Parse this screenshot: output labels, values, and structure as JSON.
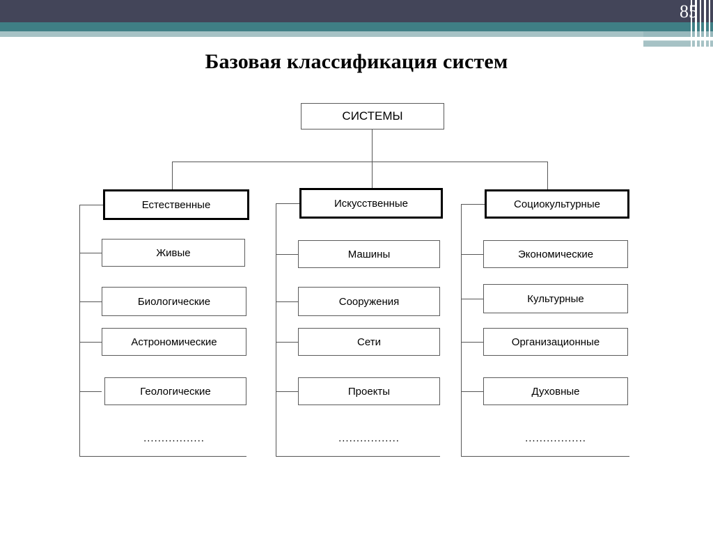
{
  "slide": {
    "page_number": "85",
    "title": "Базовая классификация систем",
    "theme": {
      "navy": "#434559",
      "teal": "#3f7f85",
      "light_blue": "#a6c2c5",
      "pale_blue": "#cfe0e2",
      "white": "#ffffff",
      "line": "#555555"
    }
  },
  "diagram": {
    "type": "hierarchy-tree",
    "root": {
      "label": "СИСТЕМЫ"
    },
    "branches": [
      {
        "label": "Естественные",
        "children": [
          {
            "label": "Живые"
          },
          {
            "label": "Биологические"
          },
          {
            "label": "Астрономические"
          },
          {
            "label": "Геологические"
          }
        ],
        "ellipsis": "................."
      },
      {
        "label": "Искусственные",
        "children": [
          {
            "label": "Машины"
          },
          {
            "label": "Сооружения"
          },
          {
            "label": "Сети"
          },
          {
            "label": "Проекты"
          }
        ],
        "ellipsis": "................."
      },
      {
        "label": "Социокультурные",
        "children": [
          {
            "label": "Экономические"
          },
          {
            "label": "Культурные"
          },
          {
            "label": "Организационные"
          },
          {
            "label": "Духовные"
          }
        ],
        "ellipsis": "................."
      }
    ]
  }
}
